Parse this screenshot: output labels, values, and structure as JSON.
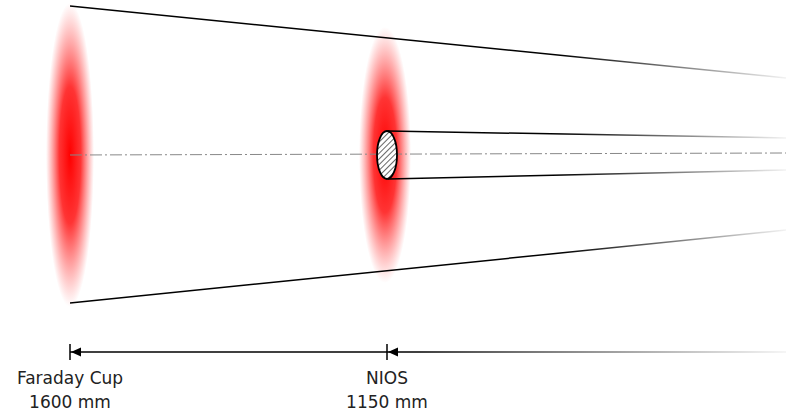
{
  "diagram": {
    "labels": [
      "Faraday Cup",
      "1600 mm",
      "NIOS",
      "1150 mm"
    ]
  }
}
